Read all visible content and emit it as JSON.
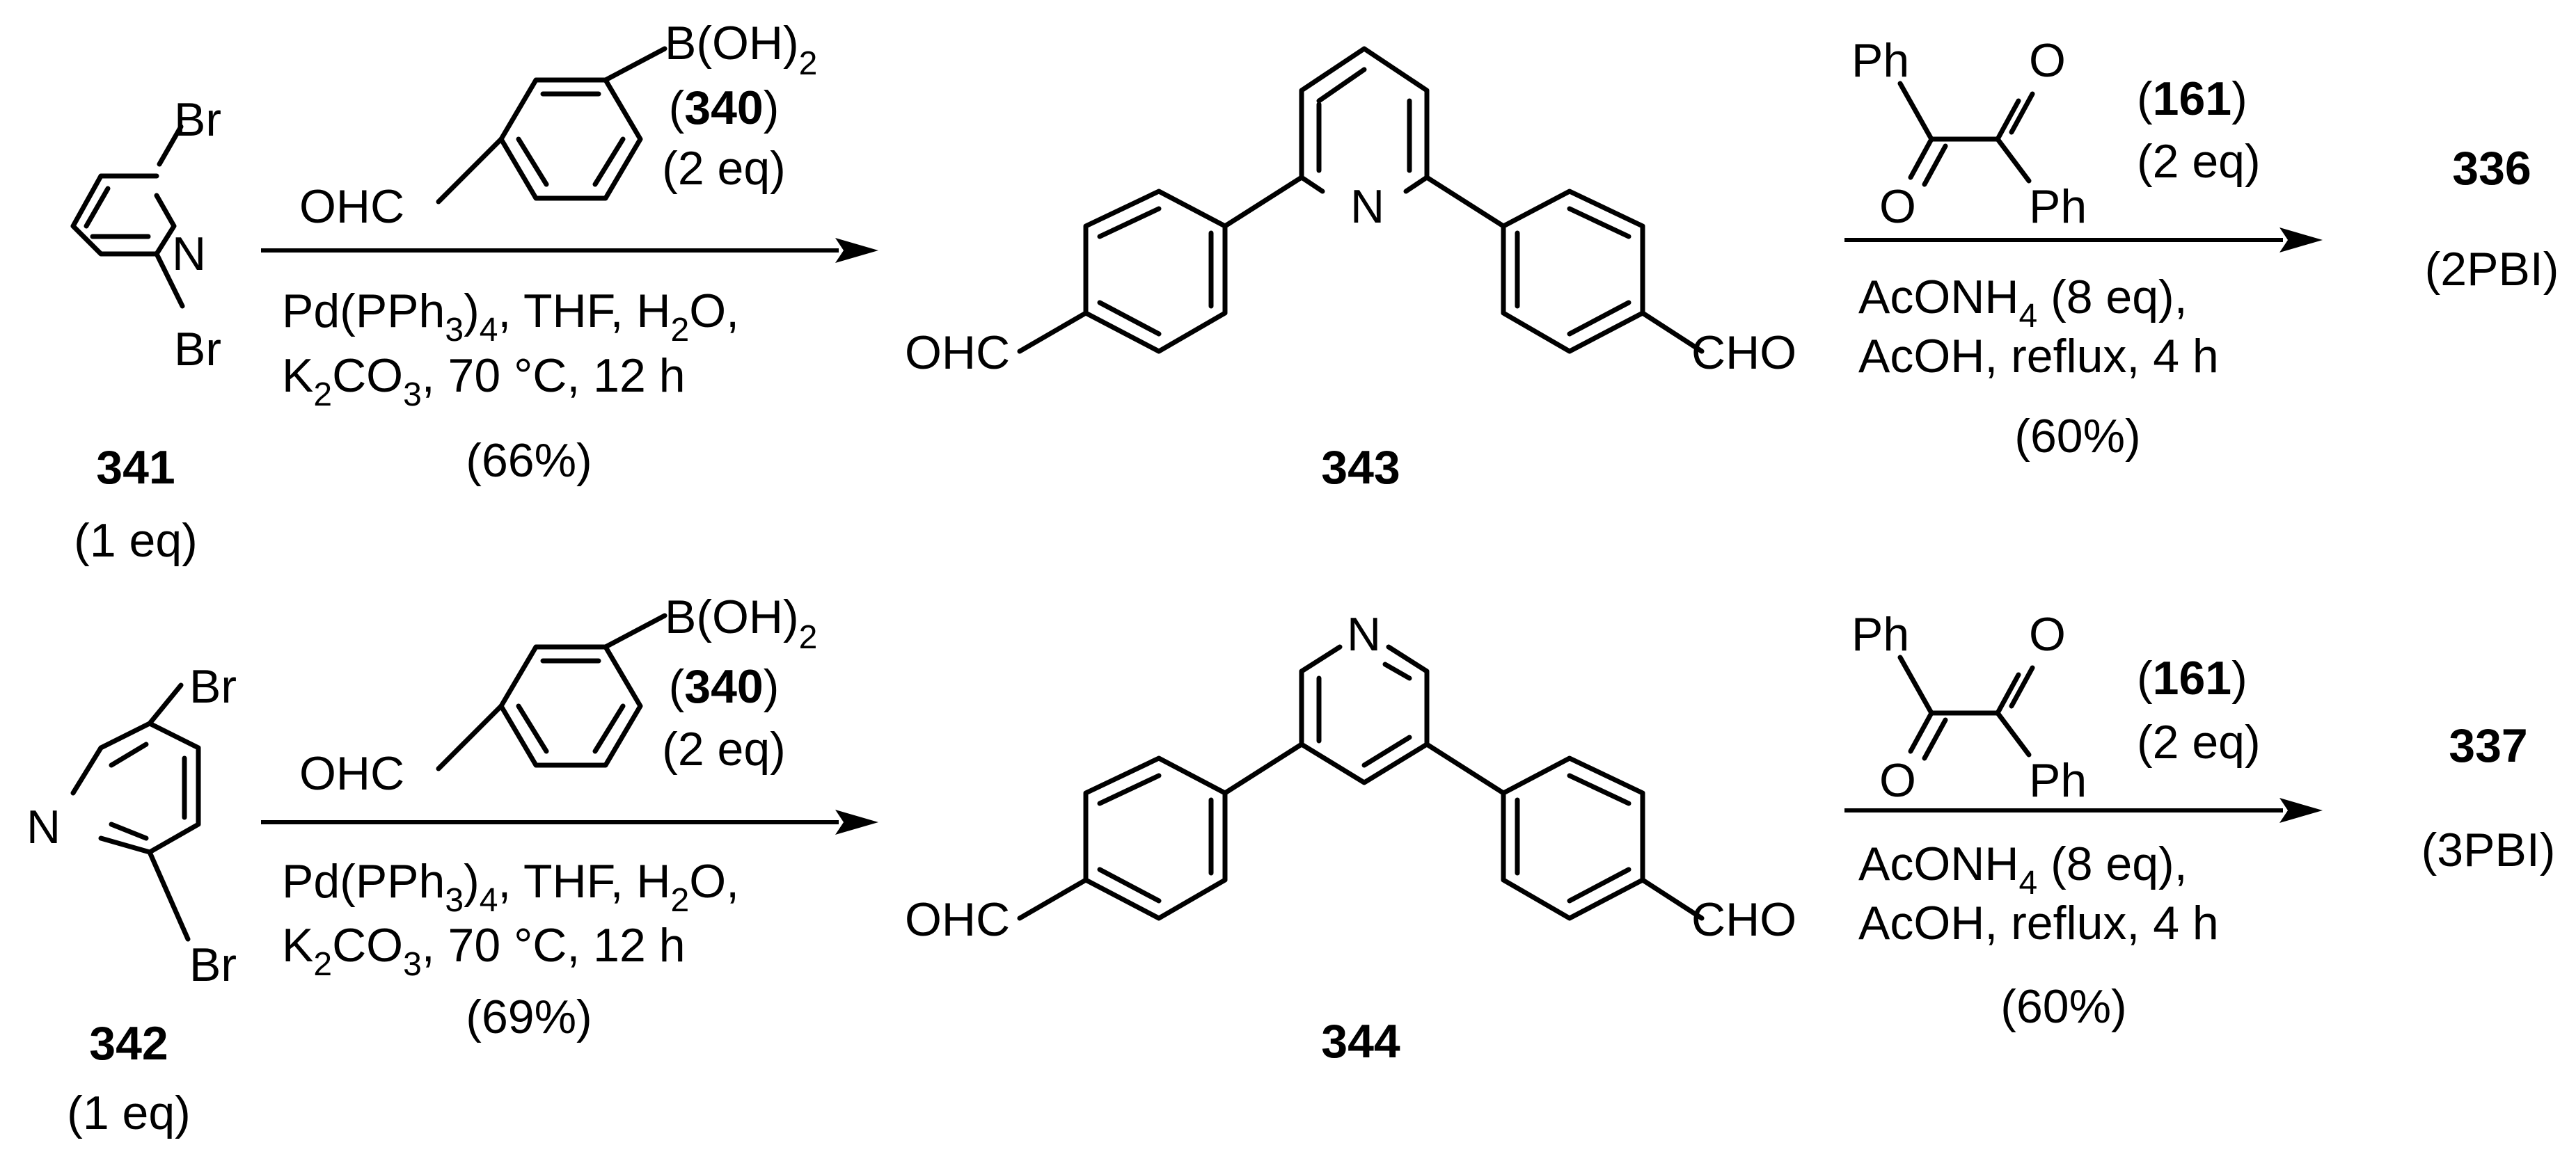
{
  "atoms": {
    "br": "Br",
    "n": "N",
    "cho": "CHO",
    "ohc": "OHC",
    "ph": "Ph",
    "o": "O",
    "b": "B(OH)",
    "b_sub": "2"
  },
  "text": {
    "reflux": "AcOH, reflux, 4 h",
    "acetate_main": "AcONH",
    "acetate_sub": "4",
    "acetate_tail": " (8 eq),",
    "pd_a": "Pd(PPh",
    "pd_sub3": "3",
    "pd_b": ")",
    "pd_sub4": "4",
    "pd_c": ", THF, H",
    "pd_sub2": "2",
    "pd_d": "O,",
    "k_a": "K",
    "k_sub2": "2",
    "k_b": "CO",
    "k_sub3": "3",
    "k_c": ", 70 °C, 12 h",
    "open_paren": "(",
    "close_paren": ")",
    "two_eq": "(2 eq)",
    "one_eq": "(1 eq)"
  },
  "compounds": {
    "boronic": "340",
    "benzil": "161",
    "row1": {
      "sm": "341",
      "intermediate": "343",
      "product": "336",
      "product_label": "(2PBI)",
      "yield1": "(66%)",
      "yield2": "(60%)"
    },
    "row2": {
      "sm": "342",
      "intermediate": "344",
      "product": "337",
      "product_label": "(3PBI)",
      "yield1": "(69%)",
      "yield2": "(60%)"
    }
  }
}
